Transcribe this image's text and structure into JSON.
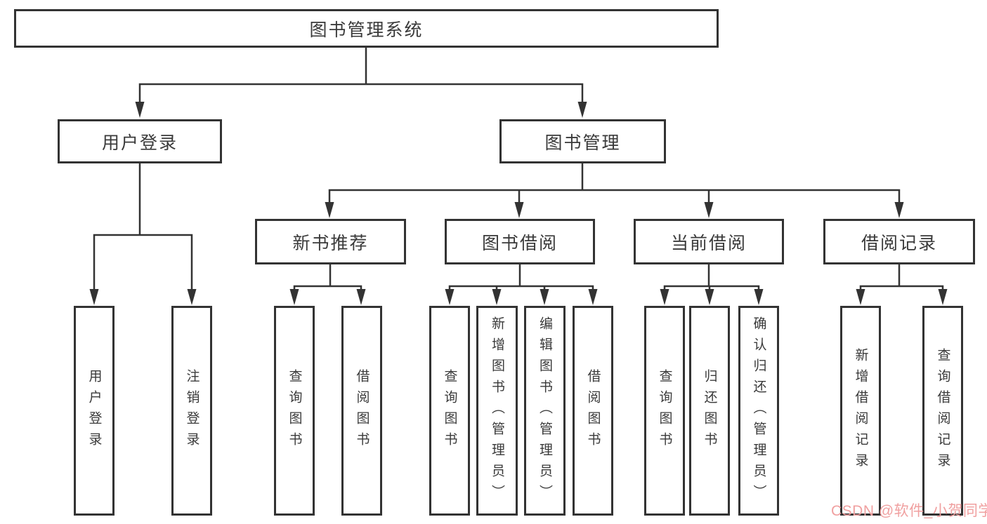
{
  "watermark": "CSDN @软件_小贺同学",
  "colors": {
    "line": "#333333",
    "text": "#3a3a3a",
    "box_background": "#ffffff",
    "page_background": "#ffffff",
    "watermark": "#f0a0a0"
  },
  "tree": {
    "root": "图书管理系统",
    "login": {
      "label": "用户登录",
      "children": [
        "用户登录",
        "注销登录"
      ]
    },
    "manage": {
      "label": "图书管理",
      "children": [
        {
          "label": "新书推荐",
          "children": [
            "查询图书",
            "借阅图书"
          ]
        },
        {
          "label": "图书借阅",
          "children": [
            "查询图书",
            "新增图书（管理员）",
            "编辑图书（管理员）",
            "借阅图书"
          ]
        },
        {
          "label": "当前借阅",
          "children": [
            "查询图书",
            "归还图书",
            "确认归还（管理员）"
          ]
        },
        {
          "label": "借阅记录",
          "children": [
            "新增借阅记录",
            "查询借阅记录"
          ]
        }
      ]
    }
  }
}
